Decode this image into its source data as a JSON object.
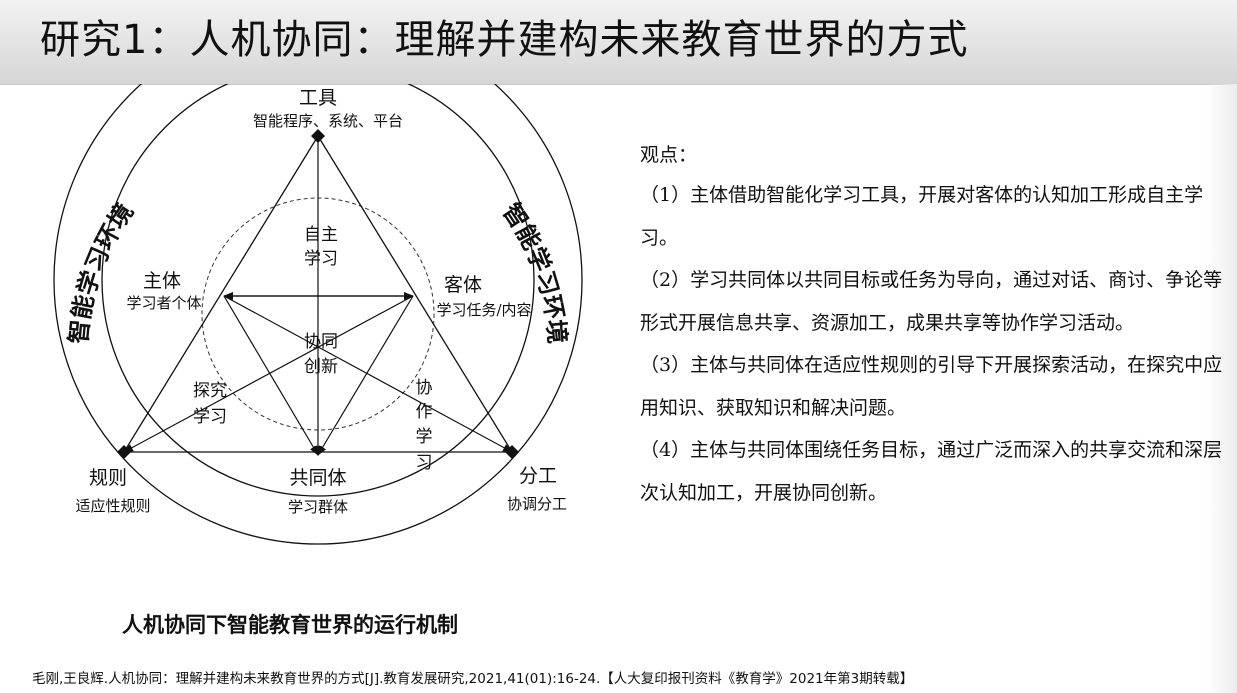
{
  "slide": {
    "title": "研究1：人机协同：理解并建构未来教育世界的方式"
  },
  "diagram": {
    "outer_ring_left": "智能学习环境",
    "outer_ring_right": "智能学习环境",
    "nodes": {
      "top": {
        "title": "工具",
        "subtitle": "智能程序、系统、平台"
      },
      "subject": {
        "title": "主体",
        "subtitle": "学习者个体"
      },
      "object": {
        "title": "客体",
        "subtitle": "学习任务/内容"
      },
      "rules": {
        "title": "规则",
        "subtitle": "适应性规则"
      },
      "community": {
        "title": "共同体",
        "subtitle": "学习群体"
      },
      "division": {
        "title": "分工",
        "subtitle": "协调分工"
      }
    },
    "inner_labels": {
      "autonomous_line1": "自主",
      "autonomous_line2": "学习",
      "innovation_line1": "协同",
      "innovation_line2": "创新",
      "inquiry_line1": "探究",
      "inquiry_line2": "学习",
      "collab_1": "协",
      "collab_2": "作",
      "collab_3": "学",
      "collab_4": "习"
    },
    "caption": "人机协同下智能教育世界的运行机制"
  },
  "views": {
    "heading": "观点：",
    "items": [
      "（1）主体借助智能化学习工具，开展对客体的认知加工形成自主学习。",
      "（2）学习共同体以共同目标或任务为导向，通过对话、商讨、争论等形式开展信息共享、资源加工，成果共享等协作学习活动。",
      "（3）主体与共同体在适应性规则的引导下开展探索活动，在探究中应用知识、获取知识和解决问题。",
      "（4）主体与共同体围绕任务目标，通过广泛而深入的共享交流和深层次认知加工，开展协同创新。"
    ]
  },
  "citation": "毛刚,王良辉.人机协同：理解并建构未来教育世界的方式[J].教育发展研究,2021,41(01):16-24.【人大复印报刊资料《教育学》2021年第3期转载】"
}
